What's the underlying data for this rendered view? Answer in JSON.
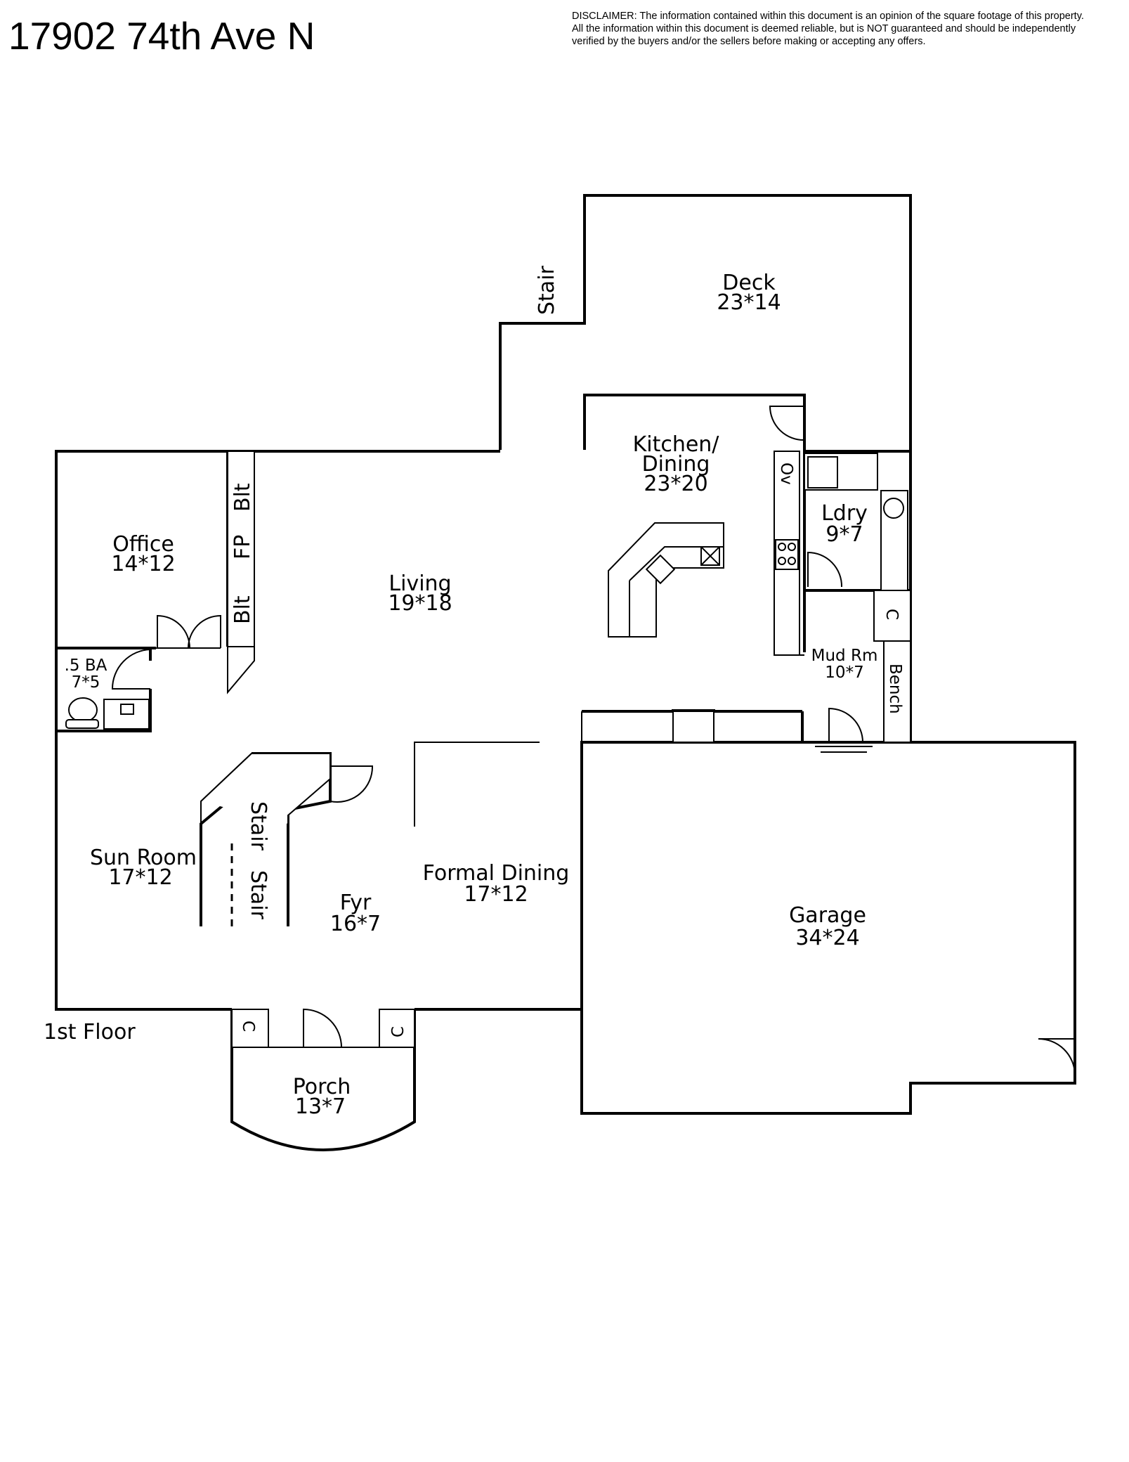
{
  "header": {
    "title": "17902 74th Ave N",
    "disclaimer_lines": [
      "DISCLAIMER: The information contained within this document is an opinion of the square footage of this property.",
      "All the information within this document is deemed reliable, but is NOT guaranteed and should be independently",
      "verified by the buyers and/or the sellers before making or accepting any offers."
    ]
  },
  "floor_label": "1st Floor",
  "rooms": {
    "deck": {
      "name": "Deck",
      "size": "23*14"
    },
    "kitchen": {
      "name1": "Kitchen/",
      "name2": "Dining",
      "size": "23*20"
    },
    "laundry": {
      "name": "Ldry",
      "size": "9*7"
    },
    "office": {
      "name": "Office",
      "size": "14*12"
    },
    "living": {
      "name": "Living",
      "size": "19*18"
    },
    "half_bath": {
      "name": ".5 BA",
      "size": "7*5"
    },
    "mud_room": {
      "name": "Mud Rm",
      "size": "10*7"
    },
    "sun_room": {
      "name": "Sun Room",
      "size": "17*12"
    },
    "foyer": {
      "name": "Fyr",
      "size": "16*7"
    },
    "formal_dining": {
      "name": "Formal Dining",
      "size": "17*12"
    },
    "garage": {
      "name": "Garage",
      "size": "34*24"
    },
    "porch": {
      "name": "Porch",
      "size": "13*7"
    }
  },
  "labels": {
    "stair_deck": "Stair",
    "stair_a": "Stair",
    "stair_b": "Stair",
    "blt_top": "Blt",
    "fp": "FP",
    "blt_bottom": "Blt",
    "oven": "Ov",
    "closet_mud": "C",
    "bench": "Bench",
    "closet_porch_left": "C",
    "closet_porch_right": "C"
  }
}
